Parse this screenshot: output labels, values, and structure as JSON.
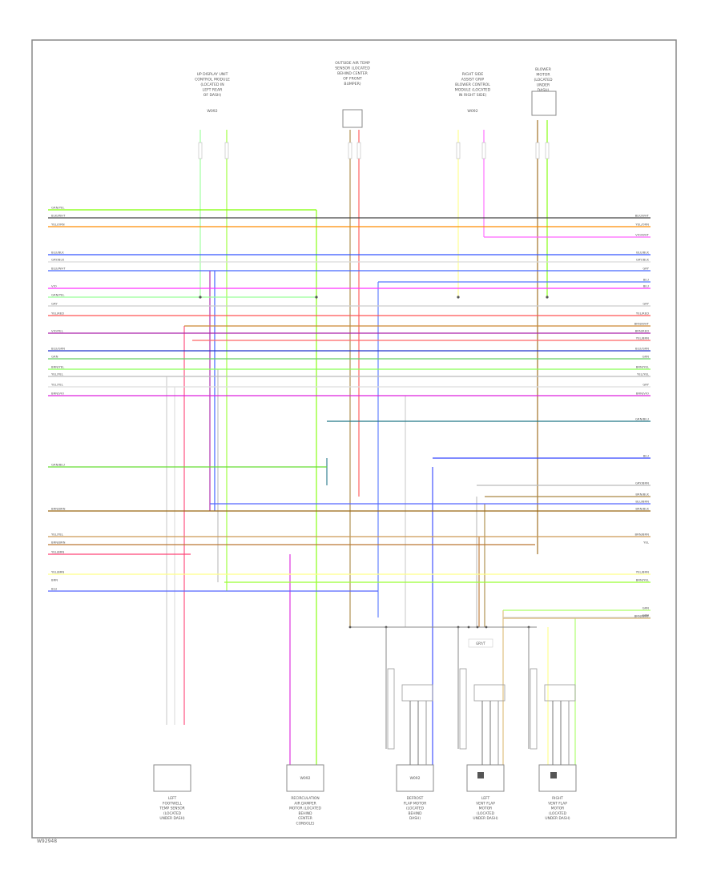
{
  "diagram": {
    "footer_code": "W92948",
    "wires": [
      {
        "id": "w1",
        "color": "#7fff00",
        "label_left": "GRN/YEL"
      },
      {
        "id": "w2",
        "color": "#444444",
        "label_left": "BLK/WHT",
        "label_right": "BLK/WHT"
      },
      {
        "id": "w3",
        "color": "#ff8c00",
        "label_left": "YEL/ORN",
        "label_right": "YEL/ORN"
      },
      {
        "id": "w4",
        "color": "#ff66ff",
        "label_right": "VIO/WHT"
      },
      {
        "id": "w5",
        "color": "#3355ff",
        "label_left": "BLU/BLK",
        "label_right": "BLU/BLK"
      },
      {
        "id": "w6",
        "color": "#d9d9d9",
        "label_left": "GRY/BLK",
        "label_right": "GRY/BLK"
      },
      {
        "id": "w7",
        "color": "#4466ff",
        "label_left": "BLU/WHT",
        "label_right": "GRY"
      },
      {
        "id": "w8",
        "color": "#5577ff",
        "label_right": "BLU"
      },
      {
        "id": "w9",
        "color": "#ff33ff",
        "label_left": "VIO",
        "label_right": "BLU"
      },
      {
        "id": "w10",
        "color": "#99ff99",
        "label_left": "GRN/YEL"
      },
      {
        "id": "w11",
        "color": "#cccccc",
        "label_left": "GRY",
        "label_right": "GRY"
      },
      {
        "id": "w12",
        "color": "#ff5555",
        "label_left": "YEL/RED",
        "label_right": "YEL/RED"
      },
      {
        "id": "w13",
        "color": "#cc8833",
        "label_right": "BRN/WHT"
      },
      {
        "id": "w14",
        "color": "#aa22aa",
        "label_left": "VIO/YEL",
        "label_right": "BRN/RED"
      },
      {
        "id": "w15",
        "color": "#ff6666",
        "label_right": "YEL/BRN"
      },
      {
        "id": "w16",
        "color": "#2233cc",
        "label_left": "BLU/GRN",
        "label_right": "BLU/GRN"
      },
      {
        "id": "w17",
        "color": "#66cc66",
        "label_left": "GRN",
        "label_right": "GRN"
      },
      {
        "id": "w18",
        "color": "#88ff55",
        "label_left": "BRN/YEL",
        "label_right": "BRN/YEL"
      },
      {
        "id": "w19",
        "color": "#bbbbbb",
        "label_left": "YEL/YEL",
        "label_right": "YEL/YEL"
      },
      {
        "id": "w20",
        "color": "#dddddd",
        "label_left": "YEL/YEL",
        "label_right": "GRY"
      },
      {
        "id": "w21",
        "color": "#dd22dd",
        "label_left": "BRN/VIO",
        "label_right": "BRN/VIO"
      },
      {
        "id": "w22",
        "color": "#227788",
        "label_right": "GRN/BLU"
      },
      {
        "id": "w23",
        "color": "#3344ff",
        "label_right": "BLU"
      },
      {
        "id": "w24",
        "color": "#66dd33",
        "label_left": "GRN/BLU"
      },
      {
        "id": "w25",
        "color": "#bbbbbb",
        "label_right": "GRY/BRN"
      },
      {
        "id": "w26",
        "color": "#aa8844",
        "label_right": "BRN/BLK"
      },
      {
        "id": "w27",
        "color": "#5566ff",
        "label_right": "BLU/BRN"
      },
      {
        "id": "w28",
        "color": "#996611",
        "label_left": "BRN/BRN",
        "label_right": "BRN/BLK"
      },
      {
        "id": "w29",
        "color": "#cc9955",
        "label_left": "YEL/YEL",
        "label_right": "BRN/BRN"
      },
      {
        "id": "w30",
        "color": "#bb7733",
        "label_left": "BRN/BRN",
        "label_right": "YEL"
      },
      {
        "id": "w31",
        "color": "#ff4477",
        "label_left": "YEL/BRN"
      },
      {
        "id": "w32",
        "color": "#ffff88",
        "label_left": "YEL/BRN",
        "label_right": "YEL/BRN"
      },
      {
        "id": "w33",
        "color": "#99ff33",
        "label_left": "BRN",
        "label_right": "BRN/YEL"
      },
      {
        "id": "w34",
        "color": "#5566ff",
        "label_left": "BLU"
      },
      {
        "id": "w35",
        "color": "#cccccc",
        "label_right": "GRN"
      },
      {
        "id": "w36",
        "color": "#aaff66",
        "label_right": "GRN"
      },
      {
        "id": "w37",
        "color": "#ddbb77",
        "label_right": "BRN/WHT"
      }
    ],
    "top_components": [
      {
        "id": "t1",
        "lines": [
          "UP DISPLAY UNIT",
          "CONTROL MODULE",
          "(LOCATED IN",
          "LEFT REAR",
          "OF DASH)"
        ],
        "sub": "W092"
      },
      {
        "id": "t2",
        "lines": [
          "OUTSIDE AIR TEMP",
          "SENSOR (LOCATED",
          "BEHIND CENTER",
          "OF FRONT",
          "BUMPER)"
        ],
        "sub": ""
      },
      {
        "id": "t3",
        "lines": [
          "RIGHT SIDE",
          "ASSIST GRIP",
          "BLOWER CONTROL",
          "MODULE (LOCATED",
          "IN RIGHT SIDE)"
        ],
        "sub": "W092"
      },
      {
        "id": "t4",
        "lines": [
          "BLOWER",
          "MOTOR",
          "(LOCATED",
          "UNDER",
          "DASH)"
        ],
        "sub": ""
      }
    ],
    "bottom_components": [
      {
        "id": "b1",
        "box_label": "",
        "lines": [
          "LEFT",
          "FOOTWELL",
          "TEMP SENSOR",
          "(LOCATED",
          "UNDER DASH)"
        ]
      },
      {
        "id": "b2",
        "box_label": "W092",
        "lines": [
          "RECIRCULATION",
          "AIR DAMPER",
          "MOTOR (LOCATED",
          "BEHIND",
          "CENTER",
          "CONSOLE)"
        ]
      },
      {
        "id": "b3",
        "box_label": "W092",
        "lines": [
          "DEFROST",
          "FLAP MOTOR",
          "(LOCATED",
          "BEHIND",
          "DASH)"
        ]
      },
      {
        "id": "b4",
        "box_label": "",
        "lines": [
          "LEFT",
          "VENT FLAP",
          "MOTOR",
          "(LOCATED",
          "UNDER DASH)"
        ]
      },
      {
        "id": "b5",
        "box_label": "",
        "lines": [
          "RIGHT",
          "VENT FLAP",
          "MOTOR",
          "(LOCATED",
          "UNDER DASH)"
        ]
      }
    ],
    "motor_label": "GRY/T"
  }
}
